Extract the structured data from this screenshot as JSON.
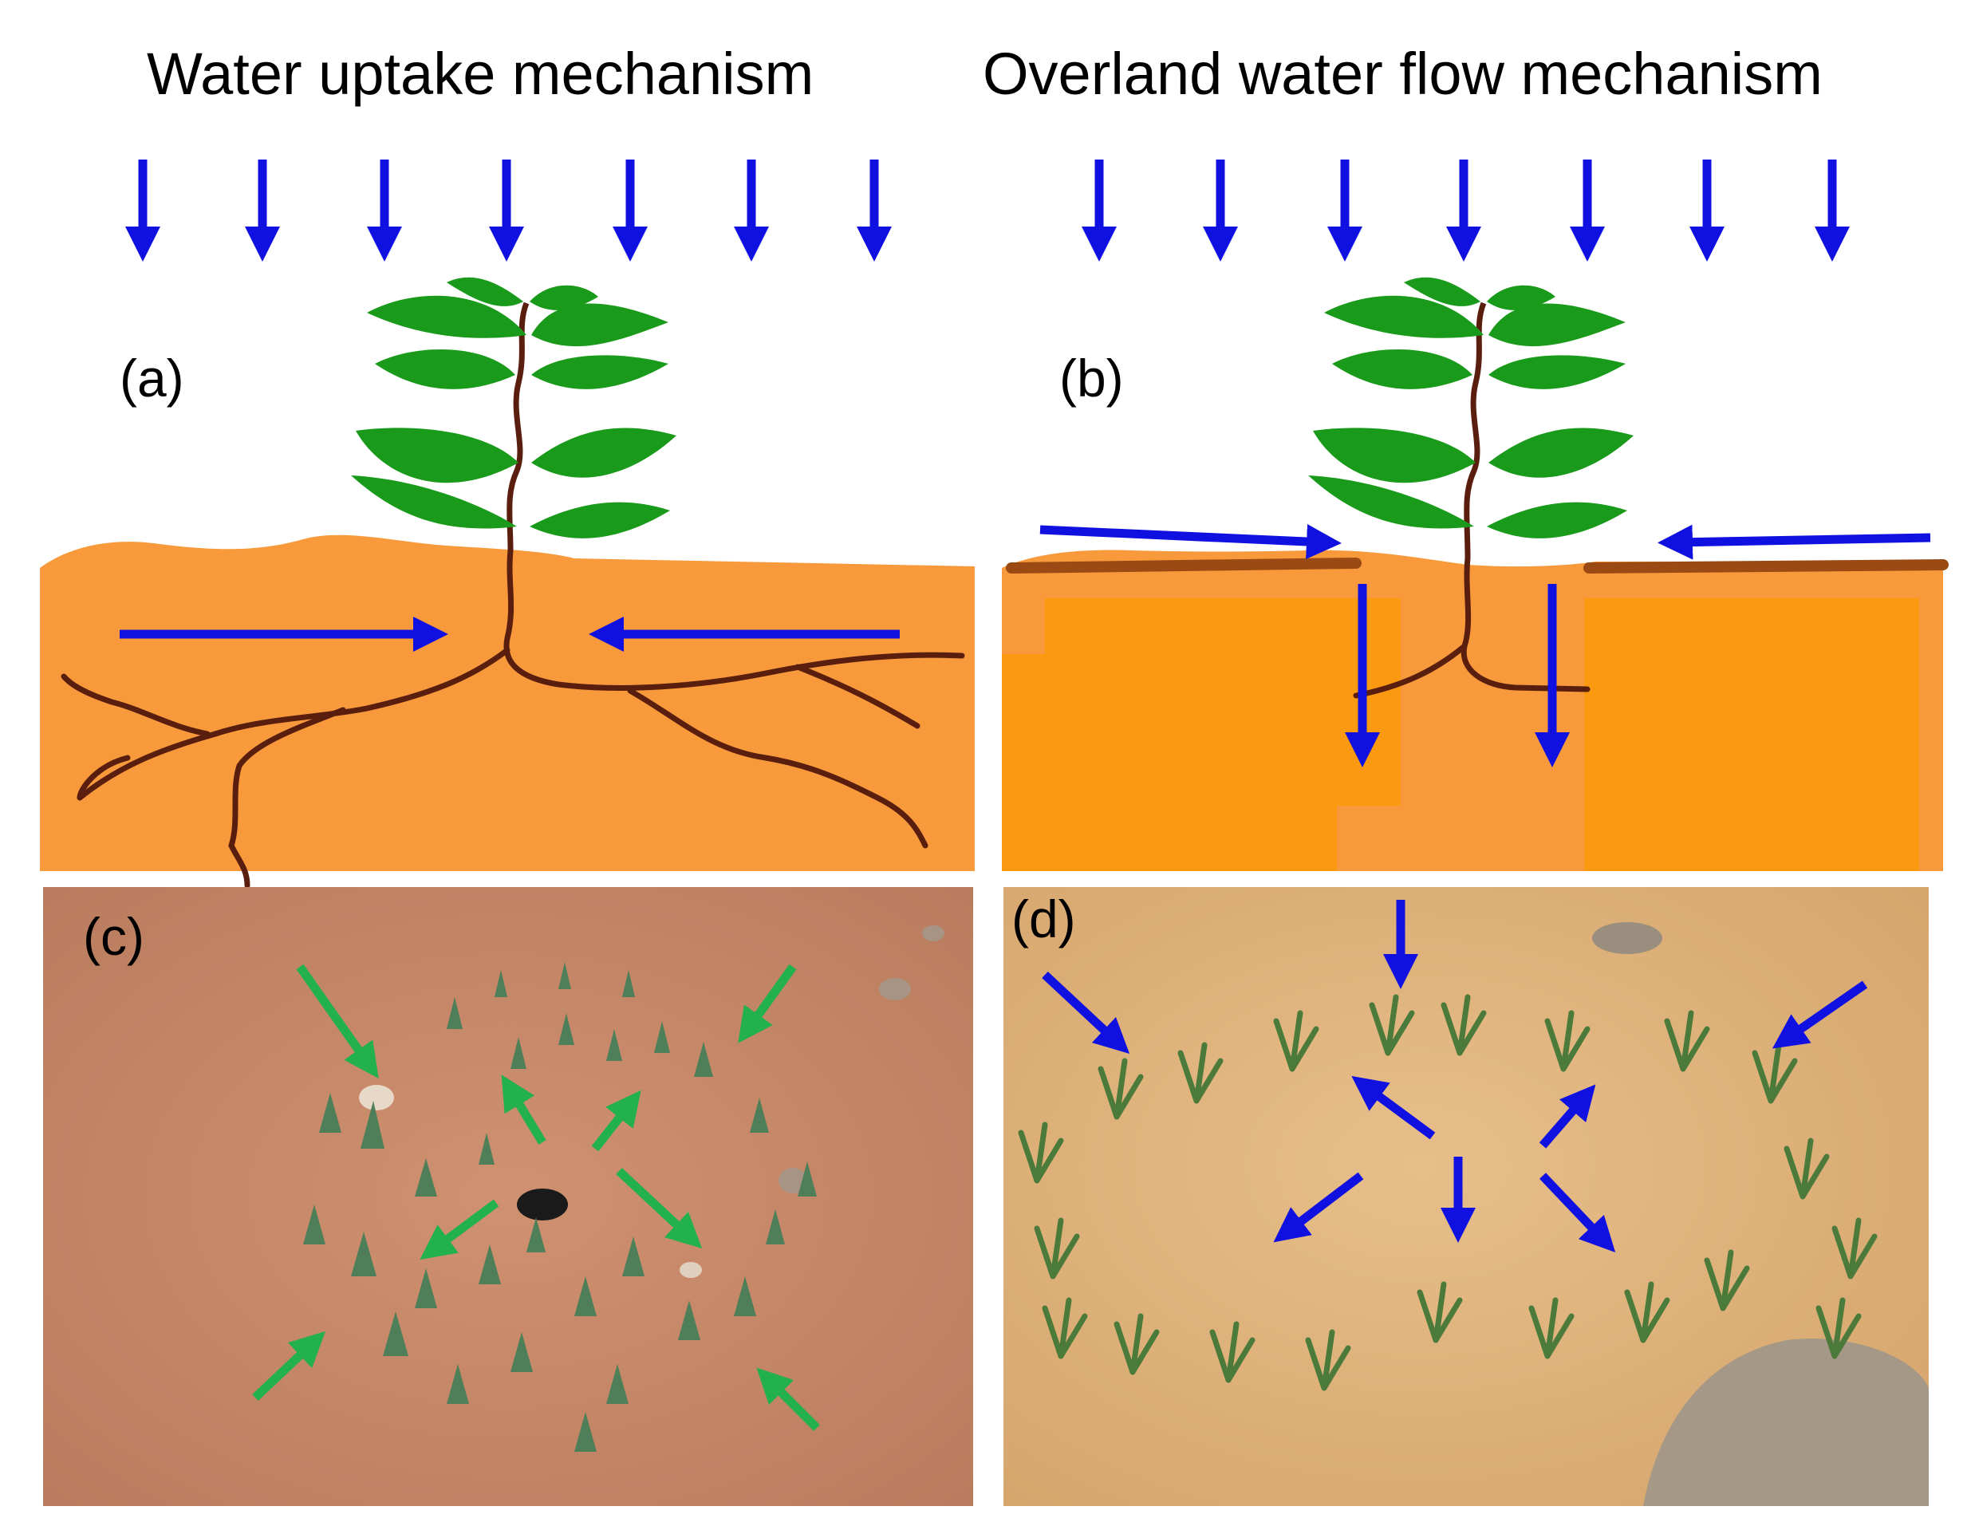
{
  "titles": {
    "left": "Water uptake mechanism",
    "right": "Overland water  flow  mechanism"
  },
  "panels": {
    "a": "(a)",
    "b": "(b)",
    "c": "(c)",
    "d": "(d)"
  },
  "colors": {
    "arrow_blue": "#1010e0",
    "arrow_green": "#22b14c",
    "soil_orange": "#f89a3c",
    "soil_deep_orange": "#fb9a10",
    "root_brown": "#5a1e0e",
    "crust_brown": "#9a4a12",
    "leaf_green": "#1a9a1a",
    "photo_c_ground": "#c98a6a",
    "photo_d_ground": "#ddb07a"
  }
}
